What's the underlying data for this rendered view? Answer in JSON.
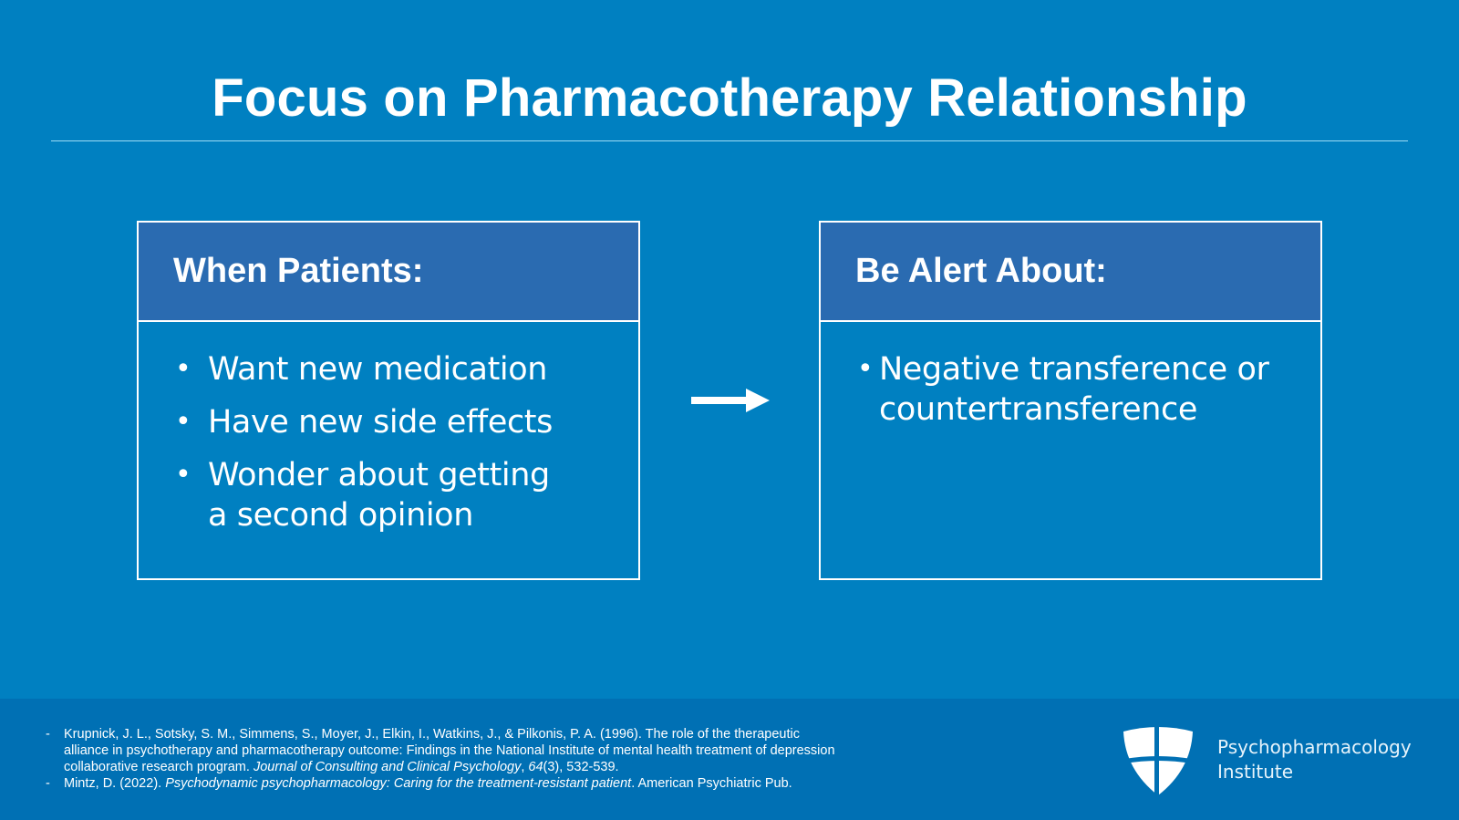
{
  "slide": {
    "title": "Focus on Pharmacotherapy Relationship",
    "colors": {
      "background": "#0080C1",
      "box_header": "#2A6BB1",
      "footer": "#0070B4",
      "divider": "#9FDCF5",
      "text": "#FFFFFF"
    }
  },
  "left_box": {
    "heading": "When Patients:",
    "bullets": [
      "Want new medication",
      "Have new side effects",
      "Wonder about getting a second opinion"
    ],
    "bullet_lines": [
      [
        "Want new medication"
      ],
      [
        "Have new side effects"
      ],
      [
        "Wonder about getting",
        "a second opinion"
      ]
    ]
  },
  "arrow": {
    "icon": "right-arrow-icon",
    "glyph": "→"
  },
  "right_box": {
    "heading": "Be Alert About:",
    "bullets": [
      "Negative transference or countertransference"
    ],
    "bullet_lines": [
      [
        "Negative transference or",
        "countertransference"
      ]
    ]
  },
  "footer": {
    "references": [
      {
        "marker": "-",
        "pre": "Krupnick, J. L., Sotsky, S. M., Simmens, S., Moyer, J., Elkin, I., Watkins, J., & Pilkonis, P. A. (1996). The role of the therapeutic alliance in psychotherapy and pharmacotherapy outcome: Findings in the National Institute of mental health treatment of depression collaborative research program. ",
        "italic": "Journal of Consulting and Clinical Psychology",
        "mid": ", ",
        "italic2": "64",
        "post": "(3), 532-539."
      },
      {
        "marker": "-",
        "pre": "Mintz, D. (2022). ",
        "italic": "Psychodynamic psychopharmacology: Caring for the treatment-resistant patient",
        "mid": ". American Psychiatric Pub.",
        "italic2": "",
        "post": ""
      }
    ],
    "logo": {
      "icon": "shield-cross-icon",
      "line1": "Psychopharmacology",
      "line2": "Institute"
    }
  }
}
